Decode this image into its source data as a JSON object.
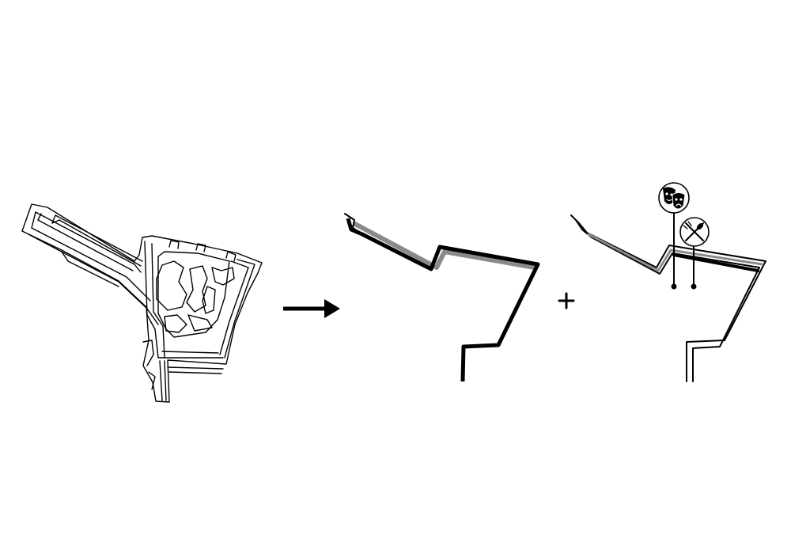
{
  "diagram": {
    "background": "#ffffff",
    "ink": "#000000",
    "shade": "#8a8a8a",
    "operators": {
      "arrow": "right-arrow",
      "plus": "+"
    },
    "panels": [
      {
        "name": "site-plan",
        "icon": "site-map-icon"
      },
      {
        "name": "extracted-path",
        "icon": "zigzag-path-icon"
      },
      {
        "name": "path-with-amenities",
        "icon": "zigzag-path-icon"
      }
    ],
    "markers": [
      {
        "icon": "theater-masks-icon",
        "meaning": "culture"
      },
      {
        "icon": "fork-knife-icon",
        "meaning": "food"
      }
    ]
  }
}
